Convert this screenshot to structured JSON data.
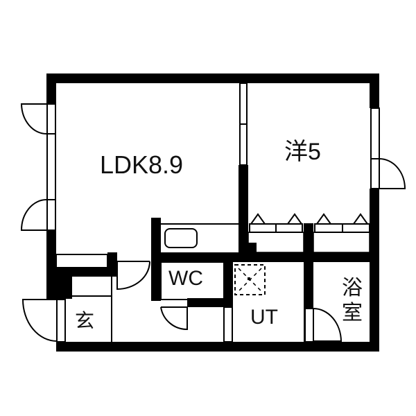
{
  "floor_plan": {
    "rooms": [
      {
        "id": "ldk",
        "label": "LDK8.9"
      },
      {
        "id": "western_room",
        "label": "洋5"
      },
      {
        "id": "toilet",
        "label": "WC"
      },
      {
        "id": "utility",
        "label": "UT"
      },
      {
        "id": "entrance",
        "label": "玄"
      },
      {
        "id": "bathroom",
        "label": "浴室"
      }
    ],
    "colors": {
      "wall": "#000000",
      "background": "#ffffff"
    }
  }
}
